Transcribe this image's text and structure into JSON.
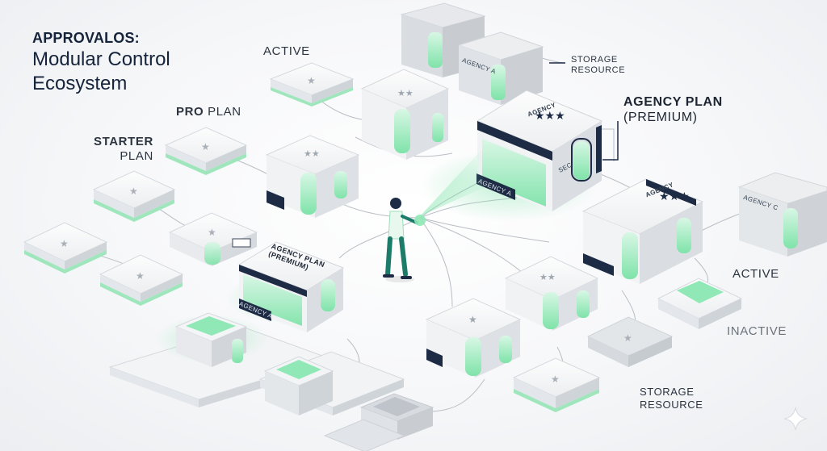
{
  "title": {
    "line1": "APPROVALOS:",
    "line2": "Modular Control",
    "line3": "Ecosystem"
  },
  "labels": {
    "active_top": "ACTIVE",
    "pro_plan_bold": "PRO",
    "pro_plan_rest": "PLAN",
    "starter_plan_bold": "STARTER",
    "starter_plan_rest": "PLAN",
    "agency_plan_bold": "AGENCY PLAN",
    "agency_plan_rest": "(PREMIUM)",
    "storage_top_line1": "STORAGE",
    "storage_top_line2": "RESOURCE",
    "active_right": "ACTIVE",
    "inactive_right": "INACTIVE",
    "storage_bottom_line1": "STORAGE",
    "storage_bottom_line2": "RESOURCE"
  },
  "module_text": {
    "agency_main_front": "AGENCY A",
    "agency_main_top": "AGENCY",
    "agency_main_side": "SEC",
    "agency_small_top_line1": "AGENCY PLAN",
    "agency_small_top_line2": "(PREMIUM)",
    "agency_small_front": "AGENCY A",
    "storage_top_front": "AGENCY A",
    "right_cut_front": "AGENCY C",
    "right_box_top": "AGENCY"
  },
  "colors": {
    "accent_green": "#7fe3a9",
    "glow_green": "#b7f0cc",
    "navy": "#1d2b45",
    "module_white": "#f7f8f9",
    "module_gray": "#dcdfe3",
    "line_gray": "#b9bec5"
  },
  "icons": {
    "star": "star-icon",
    "sparkle": "sparkle-icon"
  }
}
